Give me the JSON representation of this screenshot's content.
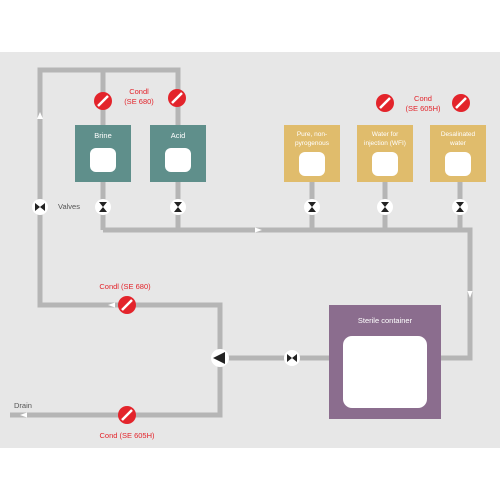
{
  "colors": {
    "panel_bg": "#e7e7e7",
    "pipe": "#b5b5b5",
    "teal_tank": "#5f8f8b",
    "gold_tank": "#e0bc6c",
    "sterile": "#8b6d8e",
    "sensor_red": "#e3242b",
    "label_red": "#e3242b",
    "label_white": "#ffffff",
    "label_gray": "#555555"
  },
  "tanks": {
    "brine": "Brine",
    "acid": "Acid",
    "pure": [
      "Pure, non-",
      "pyrogenous"
    ],
    "wfi": [
      "Water for",
      "injection (WFI)"
    ],
    "desal": [
      "Desalinated",
      "water"
    ]
  },
  "sterile_container": "Sterile container",
  "labels": {
    "valves": "Valves",
    "drain": "Drain"
  },
  "sensors": {
    "cond_top_left": [
      "Condl",
      "(SE 680)"
    ],
    "cond_top_right": "Cond",
    "cond_top_right_model": "(SE 605H)",
    "cond_middle": "Condl (SE 680)",
    "cond_bottom": "Cond (SE 605H)"
  },
  "icons": [
    "conductivity-sensor-icon",
    "valve-icon",
    "pump-icon",
    "flow-arrow-icon"
  ]
}
